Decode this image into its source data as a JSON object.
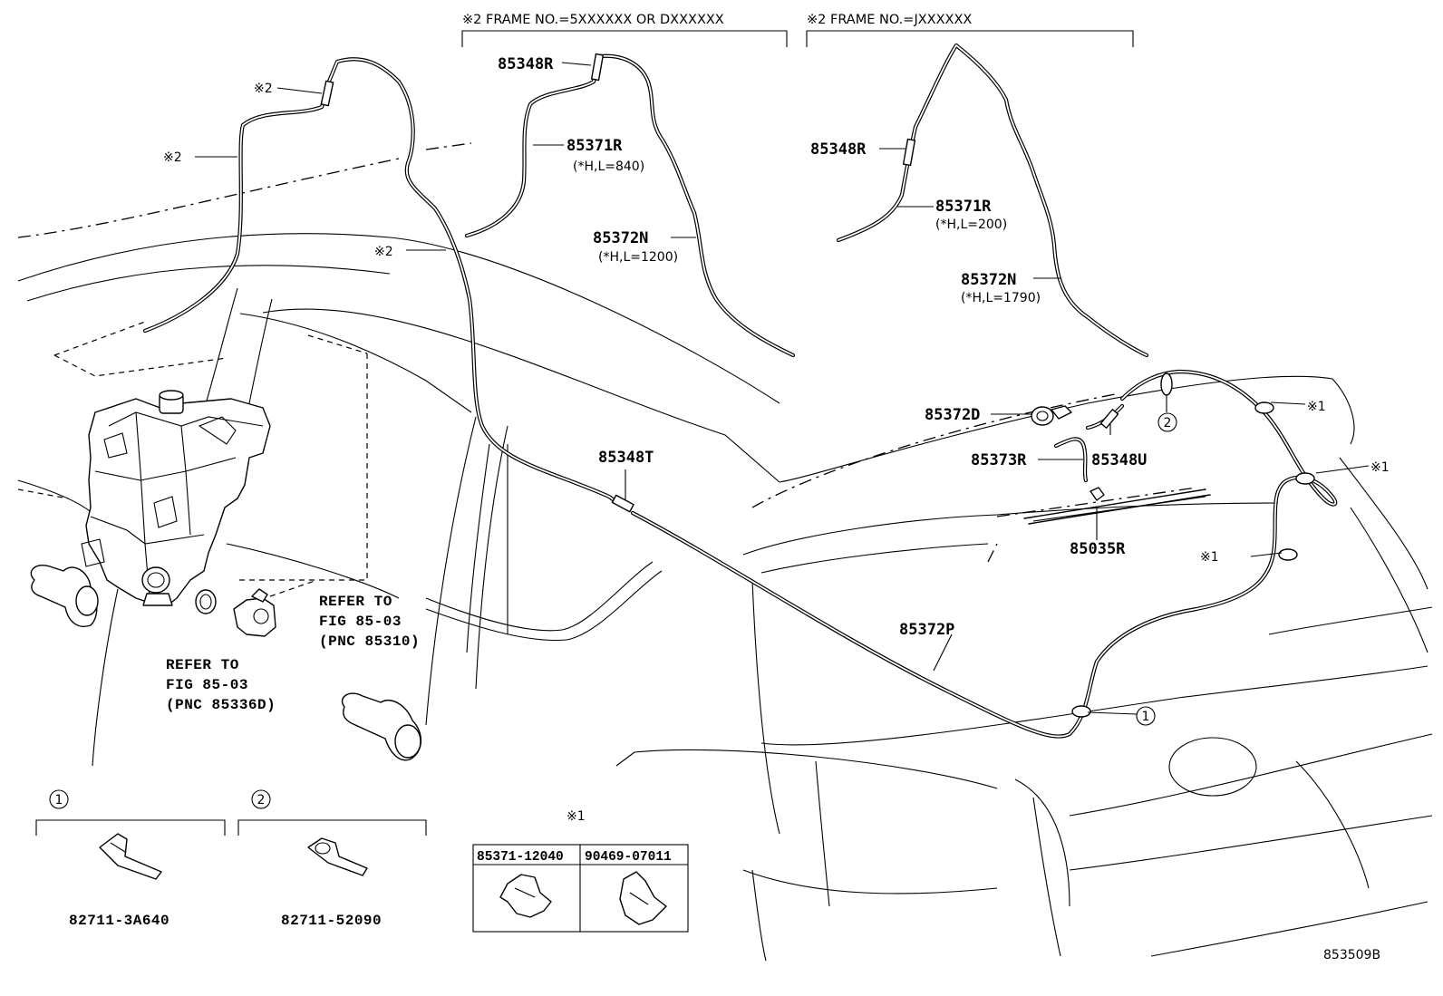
{
  "headers": {
    "frame_a": "※2 FRAME NO.=5XXXXXX OR DXXXXXX",
    "frame_b": "※2 FRAME NO.=JXXXXXX"
  },
  "labels": {
    "note2_a": "※2",
    "note2_b": "※2",
    "note2_c": "※2",
    "a_85348R": "85348R",
    "a_85371R": "85371R",
    "a_85371R_spec": "(*H,L=840)",
    "a_85372N": "85372N",
    "a_85372N_spec": "(*H,L=1200)",
    "b_85348R": "85348R",
    "b_85371R": "85371R",
    "b_85371R_spec": "(*H,L=200)",
    "b_85372N": "85372N",
    "b_85372N_spec": "(*H,L=1790)",
    "p_85372D": "85372D",
    "p_85373R": "85373R",
    "p_85348U": "85348U",
    "p_85348T": "85348T",
    "p_85035R": "85035R",
    "p_85372P": "85372P",
    "note1_a": "※1",
    "note1_b": "※1",
    "note1_c": "※1",
    "callout_1": "1",
    "callout_2": "2",
    "refer_pump": [
      "REFER TO",
      "FIG 85-03",
      "(PNC 85310)"
    ],
    "refer_grommet": [
      "REFER TO",
      "FIG 85-03",
      "(PNC 85336D)"
    ]
  },
  "legend": {
    "item1_num": "1",
    "item1_part": "82711-3A640",
    "item2_num": "2",
    "item2_part": "82711-52090",
    "table_note": "※1",
    "table_col1": "85371-12040",
    "table_col2": "90469-07011"
  },
  "doc_number": "853509B"
}
